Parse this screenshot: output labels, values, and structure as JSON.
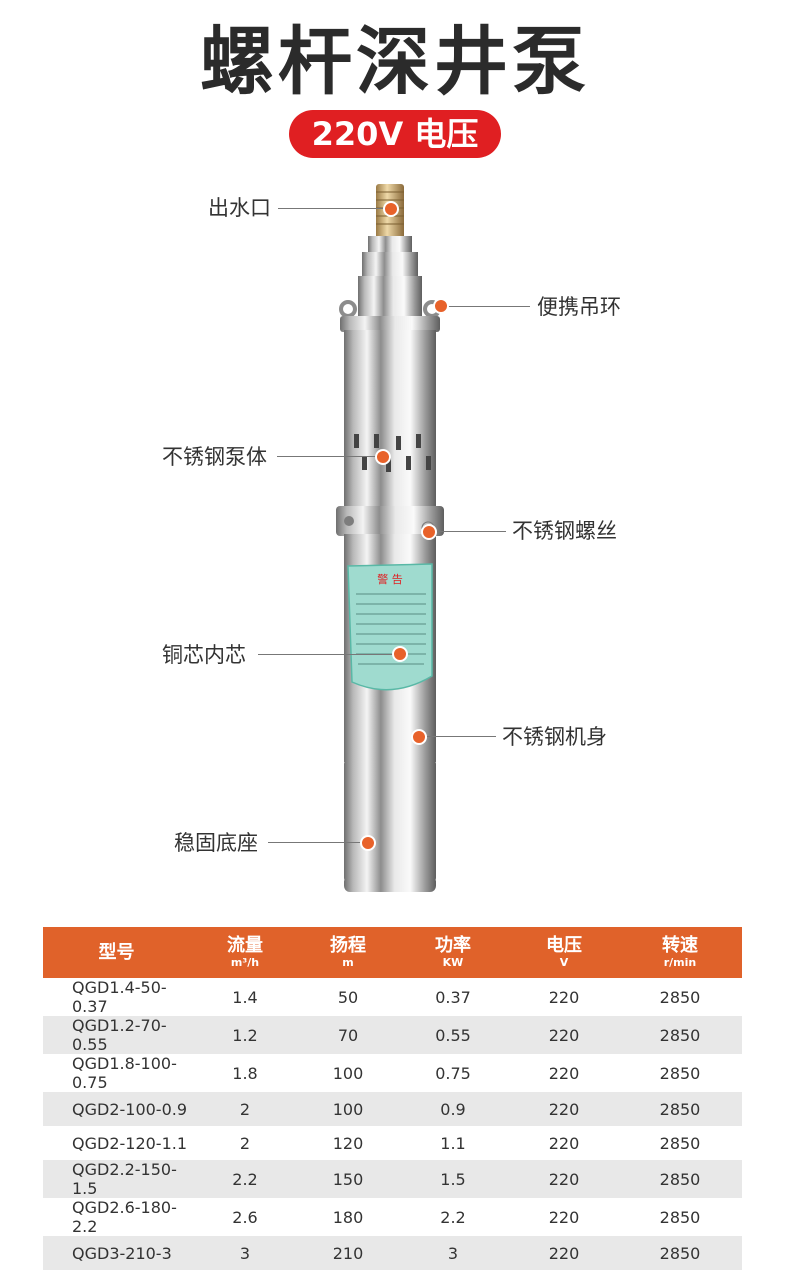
{
  "title": "螺杆深井泵",
  "voltage_badge": "220V 电压",
  "callouts": [
    {
      "label": "出水口"
    },
    {
      "label": "便携吊环"
    },
    {
      "label": "不锈钢泵体"
    },
    {
      "label": "不锈钢螺丝"
    },
    {
      "label": "铜芯内芯"
    },
    {
      "label": "不锈钢机身"
    },
    {
      "label": "稳固底座"
    }
  ],
  "warning_label": {
    "heading": "警 告"
  },
  "table": {
    "headers": [
      {
        "label": "型号",
        "unit": ""
      },
      {
        "label": "流量",
        "unit": "m³/h"
      },
      {
        "label": "扬程",
        "unit": "m"
      },
      {
        "label": "功率",
        "unit": "KW"
      },
      {
        "label": "电压",
        "unit": "V"
      },
      {
        "label": "转速",
        "unit": "r/min"
      }
    ],
    "rows": [
      [
        "QGD1.4-50-0.37",
        "1.4",
        "50",
        "0.37",
        "220",
        "2850"
      ],
      [
        "QGD1.2-70-0.55",
        "1.2",
        "70",
        "0.55",
        "220",
        "2850"
      ],
      [
        "QGD1.8-100-0.75",
        "1.8",
        "100",
        "0.75",
        "220",
        "2850"
      ],
      [
        "QGD2-100-0.9",
        "2",
        "100",
        "0.9",
        "220",
        "2850"
      ],
      [
        "QGD2-120-1.1",
        "2",
        "120",
        "1.1",
        "220",
        "2850"
      ],
      [
        "QGD2.2-150-1.5",
        "2.2",
        "150",
        "1.5",
        "220",
        "2850"
      ],
      [
        "QGD2.6-180-2.2",
        "2.6",
        "180",
        "2.2",
        "220",
        "2850"
      ],
      [
        "QGD3-210-3",
        "3",
        "210",
        "3",
        "220",
        "2850"
      ]
    ]
  },
  "colors": {
    "accent": "#e01f22",
    "table_header": "#e0622a",
    "dot": "#e8622a",
    "row_alt": "#e8e8e8"
  }
}
